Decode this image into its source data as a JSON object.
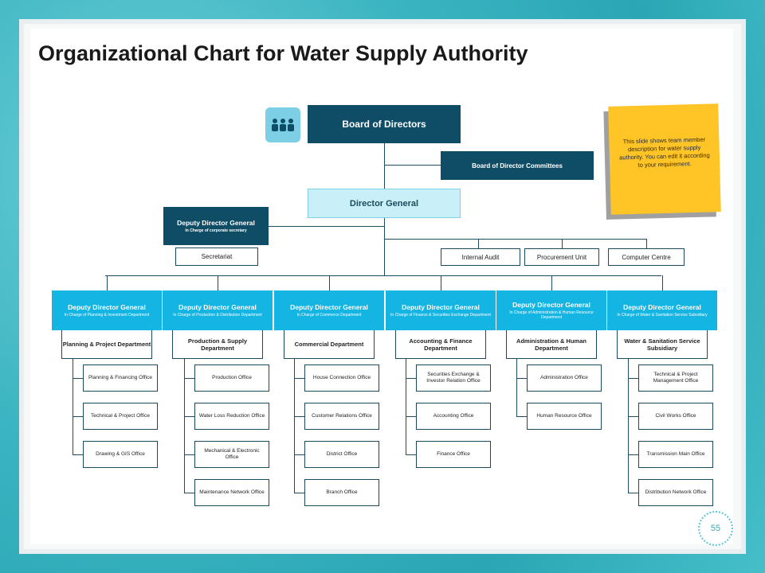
{
  "title": "Organizational Chart for Water Supply Authority",
  "page_number": "55",
  "note": "This slide shows team member description for water supply authority. You can edit it according to your requirement.",
  "top": {
    "board": "Board of Directors",
    "committees": "Board of Director Committees",
    "director_general": "Director General",
    "ddg_corporate": {
      "title": "Deputy Director General",
      "sub": "In Charge of corporate secretary"
    },
    "secretariat": "Secretariat",
    "units": [
      "Internal Audit",
      "Procurement Unit",
      "Computer Centre"
    ]
  },
  "columns": [
    {
      "title": "Deputy Director General",
      "sub": "In Charge of Planning & Investment Department",
      "dept": "Planning & Project Department",
      "offices": [
        "Planning & Financing Office",
        "Technical & Project Office",
        "Drawing & GIS Office"
      ]
    },
    {
      "title": "Deputy Director General",
      "sub": "In Charge of Production & Distribution Department",
      "dept": "Production & Supply Department",
      "offices": [
        "Production Office",
        "Water Loss Reduction Office",
        "Mechanical & Electronic Office",
        "Maintenance Network Office"
      ]
    },
    {
      "title": "Deputy Director General",
      "sub": "In Charge of Commerce Department",
      "dept": "Commercial Department",
      "offices": [
        "House Connection Office",
        "Customer Relations Office",
        "District Office",
        "Branch Office"
      ]
    },
    {
      "title": "Deputy Director General",
      "sub": "In Charge of Finance & Securities Exchange Department",
      "dept": "Accounting & Finance Department",
      "offices": [
        "Securities Exchange & Investor Relation Office",
        "Accounting Office",
        "Finance Office"
      ]
    },
    {
      "title": "Deputy Director General",
      "sub": "In Charge of Administration & Human Resource Department",
      "dept": "Administration & Human Department",
      "offices": [
        "Administration Office",
        "Human Resource Office"
      ]
    },
    {
      "title": "Deputy Director General",
      "sub": "In Charge of Water & Sanitation Service Subsidiary",
      "dept": "Water & Sanitation Service Subsidiary",
      "offices": [
        "Technical & Project Management Office",
        "Civil Works Office",
        "Transmission Main Office",
        "Distribution Network Office"
      ]
    }
  ]
}
